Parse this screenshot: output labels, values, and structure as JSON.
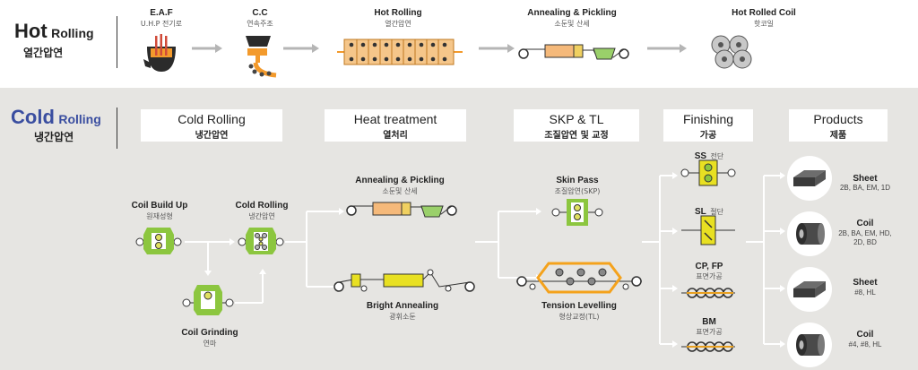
{
  "colors": {
    "hot_accent": "#222222",
    "cold_accent": "#3a4ea0",
    "arrow_gray": "#b5b5b5",
    "green": "#8cc63f",
    "orange": "#f4a460",
    "yellow": "#e8e022"
  },
  "hot": {
    "title_en_big": "Hot",
    "title_en_small": "Rolling",
    "title_ko": "열간압연",
    "steps": [
      {
        "name": "E.A.F",
        "sub": "U.H.P 전기로",
        "icon": "furnace-icon"
      },
      {
        "name": "C.C",
        "sub": "연속주조",
        "icon": "continuous-casting-icon"
      },
      {
        "name": "Hot Rolling",
        "sub": "열간압연",
        "icon": "hot-rolling-mill-icon"
      },
      {
        "name": "Annealing & Pickling",
        "sub": "소둔및 산세",
        "icon": "annealing-pickling-line-icon"
      },
      {
        "name": "Hot Rolled Coil",
        "sub": "핫코일",
        "icon": "coil-stack-icon"
      }
    ]
  },
  "cold": {
    "title_en_big": "Cold",
    "title_en_small": "Rolling",
    "title_ko": "냉간압연",
    "headers": [
      {
        "en": "Cold Rolling",
        "ko": "냉간압연"
      },
      {
        "en": "Heat treatment",
        "ko": "열처리"
      },
      {
        "en": "SKP & TL",
        "ko": "조질압연 및 교정"
      },
      {
        "en": "Finishing",
        "ko": "가공"
      },
      {
        "en": "Products",
        "ko": "제품"
      }
    ],
    "steps": {
      "coil_build_up": {
        "name": "Coil Build Up",
        "sub": "원재성형"
      },
      "cold_rolling": {
        "name": "Cold Rolling",
        "sub": "냉간압연"
      },
      "coil_grinding": {
        "name": "Coil Grinding",
        "sub": "연마"
      },
      "annealing_pickling": {
        "name": "Annealing & Pickling",
        "sub": "소둔및 산세"
      },
      "bright_annealing": {
        "name": "Bright Annealing",
        "sub": "광휘소둔"
      },
      "skin_pass": {
        "name": "Skin Pass",
        "sub": "조질압연(SKP)"
      },
      "tension_levelling": {
        "name": "Tension Levelling",
        "sub": "형상교정(TL)"
      }
    },
    "finishing": [
      {
        "name": "SS",
        "sub": "전단"
      },
      {
        "name": "SL",
        "sub": "절단"
      },
      {
        "name": "CP, FP",
        "sub": "표면가공"
      },
      {
        "name": "BM",
        "sub": "표면가공"
      }
    ],
    "products": [
      {
        "name": "Sheet",
        "grades": "2B, BA, EM, 1D",
        "icon": "sheet-stack-icon"
      },
      {
        "name": "Coil",
        "grades": "2B, BA, EM, HD, 2D, BD",
        "icon": "coil-icon"
      },
      {
        "name": "Sheet",
        "grades": "#8, HL",
        "icon": "sheet-stack-icon"
      },
      {
        "name": "Coil",
        "grades": "#4, #8, HL",
        "icon": "coil-icon"
      }
    ]
  }
}
